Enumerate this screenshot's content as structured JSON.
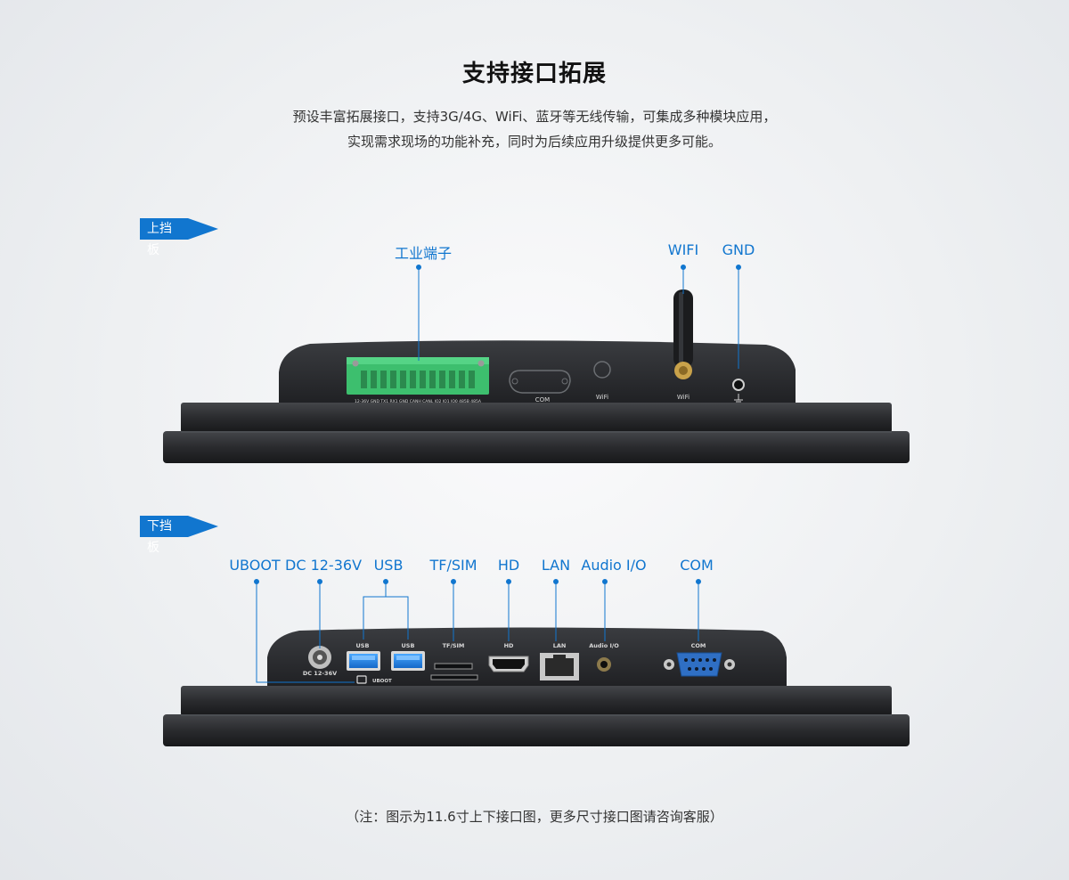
{
  "title": "支持接口拓展",
  "description": [
    "预设丰富拓展接口，支持3G/4G、WiFi、蓝牙等无线传输，可集成多种模块应用，",
    "实现需求现场的功能补充，同时为后续应用升级提供更多可能。"
  ],
  "top_panel": {
    "tag": "上挡板",
    "callouts": [
      "工业端子",
      "WIFI",
      "GND"
    ],
    "port_labels": {
      "terminal_print": "12-36V  GND  TX1  RX1  GND  CANH  CANL  IO2  IO1  IO0  485B  485A",
      "com": "COM",
      "wifi_left": "WiFi",
      "wifi_right": "WiFi"
    }
  },
  "bottom_panel": {
    "tag": "下挡板",
    "callouts": [
      "UBOOT",
      "DC 12-36V",
      "USB",
      "TF/SIM",
      "HD",
      "LAN",
      "Audio I/O",
      "COM"
    ],
    "port_labels": {
      "dc": "DC 12-36V",
      "usb1": "USB",
      "usb2": "USB",
      "tfsim": "TF/SIM",
      "hd": "HD",
      "lan": "LAN",
      "audio": "Audio I/O",
      "com": "COM",
      "uboot": "UBOOT"
    }
  },
  "note": "（注：图示为11.6寸上下接口图，更多尺寸接口图请咨询客服）",
  "colors": {
    "accent": "#1176cf",
    "device": "#2b2d30",
    "terminal": "#3dbf6e"
  }
}
